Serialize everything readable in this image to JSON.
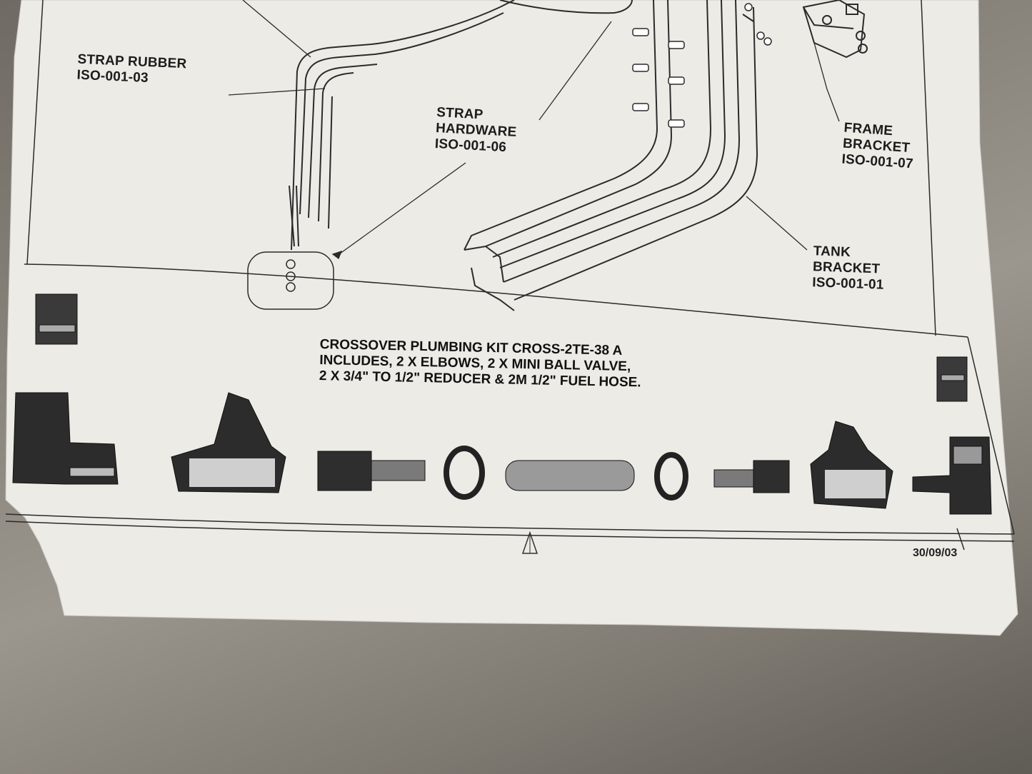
{
  "labels": {
    "strap_rubber": {
      "name": "STRAP RUBBER",
      "code": "ISO-001-03"
    },
    "strap_hardware": {
      "line1": "STRAP",
      "line2": "HARDWARE",
      "code": "ISO-001-06"
    },
    "frame_bracket": {
      "line1": "FRAME",
      "line2": "BRACKET",
      "code": "ISO-001-07"
    },
    "tank_bracket": {
      "line1": "TANK",
      "line2": "BRACKET",
      "code": "ISO-001-01"
    }
  },
  "kit": {
    "title": "CROSSOVER PLUMBING KIT CROSS-2TE-38 A",
    "line2": "INCLUDES, 2 X ELBOWS, 2 X MINI BALL VALVE,",
    "line3": "2 X 3/4\" TO 1/2\" REDUCER & 2M 1/2\" FUEL HOSE."
  },
  "date": "30/09/03",
  "parts": [
    "elbow-icon",
    "ball-valve-icon",
    "reducer-icon",
    "hose-clamp-icon",
    "fuel-hose-icon",
    "hose-clamp-icon",
    "reducer-icon",
    "ball-valve-icon",
    "elbow-icon"
  ]
}
